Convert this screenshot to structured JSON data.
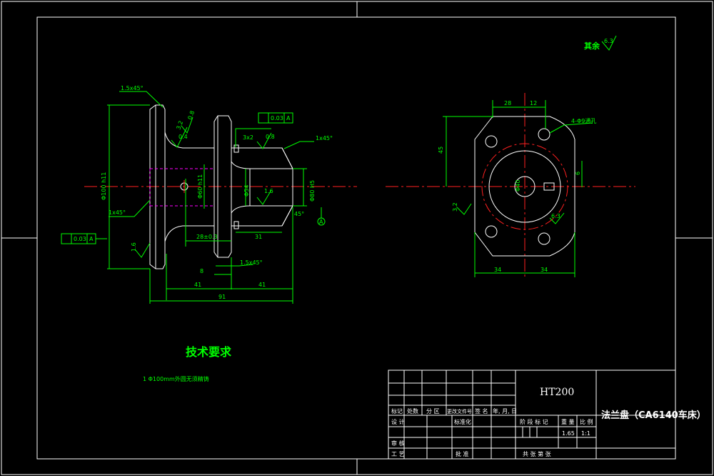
{
  "colors": {
    "background": "#000000",
    "outline": "#ffffff",
    "dimension": "#00ff00",
    "centerline": "#ff2020",
    "hidden": "#ff00ff"
  },
  "front_view": {
    "chamfer_top": "1.5x45°",
    "chamfer_left": "1x45°",
    "chamfer_right_top": "1x45°",
    "chamfer_bottom": "1.5x45°",
    "angle": "45°",
    "tol_top": "0.03",
    "tol_left": "0.03",
    "rough_top1": "3.2",
    "rough_top2": "0.8",
    "rough_top3": "0.8",
    "rough_mid": "1.6",
    "rough_left": "1.6",
    "rough_small": "0.4",
    "dim_3x2": "3x2",
    "dim_left_dia": "Φ100 h11",
    "dim_center_dia": "Φ60 h11",
    "dim_bore": "Φ54",
    "dim_right_dia": "Φ80 H5",
    "dim_28": "28±0.3",
    "dim_31": "31",
    "dim_8": "8",
    "dim_41a": "41",
    "dim_41b": "41",
    "dim_91": "91",
    "datum": "A"
  },
  "side_view": {
    "roughness_rest": "其余",
    "roughness_rest_val": "6.3",
    "holes": "4-Φ9通孔",
    "dim_28": "28",
    "dim_12": "12",
    "dim_45": "45",
    "dim_34a": "34",
    "dim_34b": "34",
    "dim_key": "6",
    "dim_bore": "Φ40",
    "rough_r": "3.2",
    "rough_key": "6.3"
  },
  "tech": {
    "title": "技术要求",
    "item1": "1 Φ100mm外圆无须精铸"
  },
  "title_block": {
    "material": "HT200",
    "part_name": "法兰盘（CA6140车床）",
    "h_mark": "标记",
    "h_count": "处数",
    "h_zone": "分 区",
    "h_doc": "更改文件号",
    "h_sign": "签 名",
    "h_date": "年, 月, 日",
    "h_design": "设 计",
    "h_std": "标准化",
    "h_check": "审 核",
    "h_process": "工 艺",
    "h_approve": "批 准",
    "h_stage": "阶 段 标 记",
    "h_weight": "重 量",
    "h_scale": "比 例",
    "weight": "1.65",
    "scale": "1:1",
    "sheets": "共   张 第   张"
  }
}
